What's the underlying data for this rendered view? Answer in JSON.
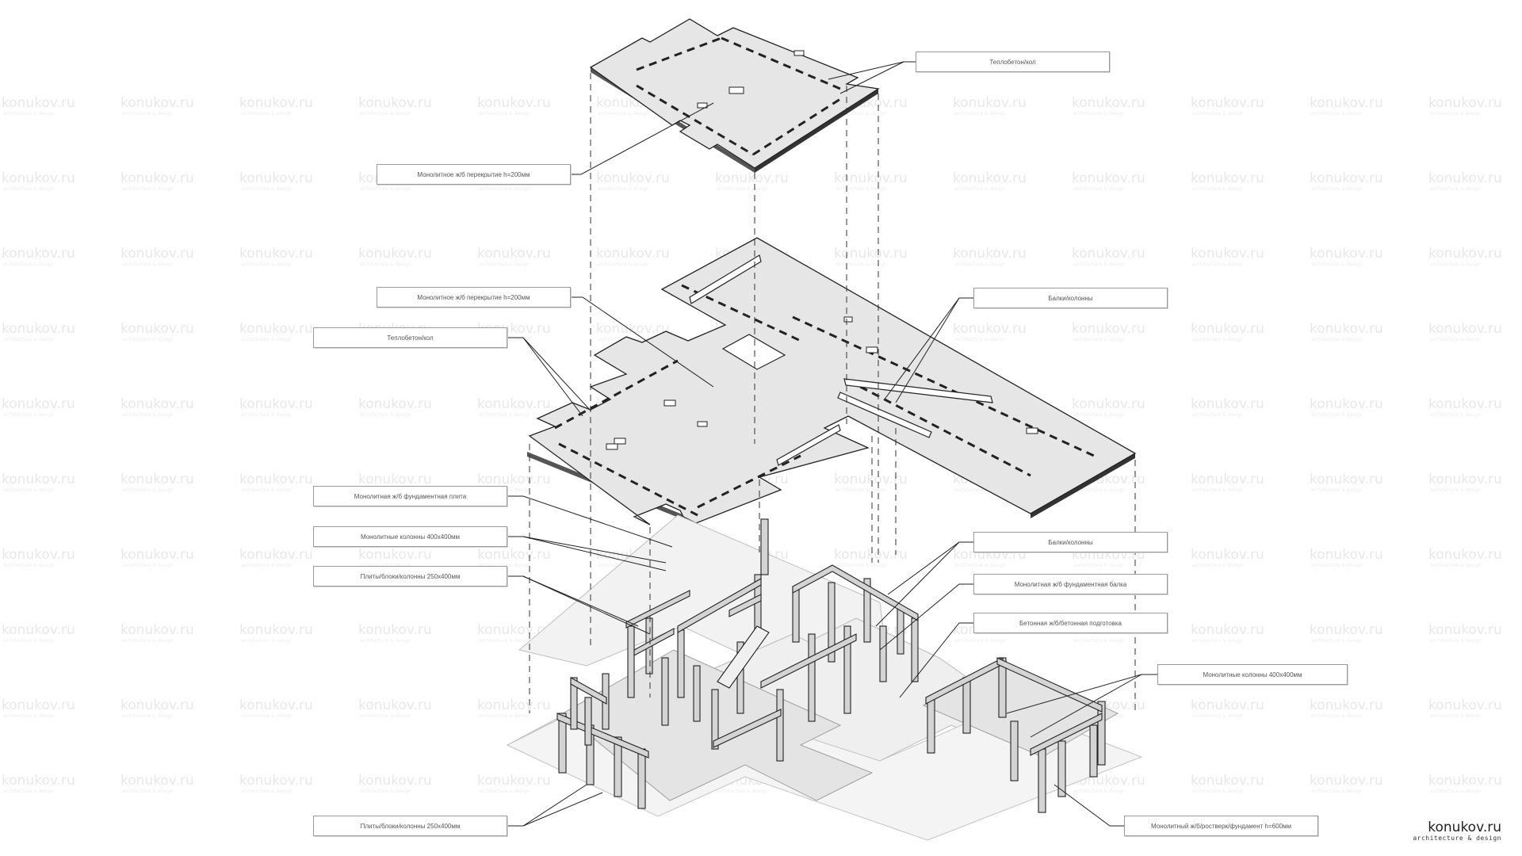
{
  "watermark": {
    "text": "konukov.ru",
    "subtext": "architecture & design"
  },
  "brand": {
    "name": "konukov.ru",
    "tagline": "architecture & design"
  },
  "callouts": [
    {
      "id": "roof-beams-top",
      "text": "Теплобетон/кол"
    },
    {
      "id": "roof-slab",
      "text": "Монолитное ж/б перекрытие h=200мм"
    },
    {
      "id": "floor-slab",
      "text": "Монолитное ж/б перекрытие h=200мм"
    },
    {
      "id": "floor-beams-left",
      "text": "Теплобетон/кол"
    },
    {
      "id": "floor-beams-right",
      "text": "Балки/колонны"
    },
    {
      "id": "ground-slab",
      "text": "Монолитная ж/б фундаментная плита"
    },
    {
      "id": "monolith-columns",
      "text": "Монолитные колонны 400х400мм"
    },
    {
      "id": "precast-columns-upper",
      "text": "Плиты/блоки/колонны 250х400мм"
    },
    {
      "id": "lower-beams",
      "text": "Балки/колонны"
    },
    {
      "id": "foundation-beam",
      "text": "Монолитная ж/б фундаментная балка"
    },
    {
      "id": "ground-floor",
      "text": "Бетонная ж/б/бетонная подготовка"
    },
    {
      "id": "garage-columns",
      "text": "Монолитные колонны 400х400мм"
    },
    {
      "id": "precast-columns-lower",
      "text": "Плиты/блоки/колонны 250х400мм"
    },
    {
      "id": "garage-foundation",
      "text": "Монолитный ж/б/ростверк/фундамент h=600мм"
    }
  ]
}
